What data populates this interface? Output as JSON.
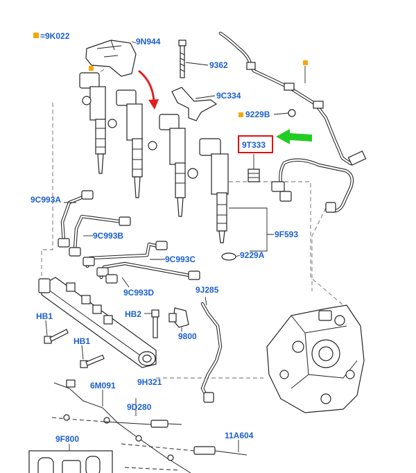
{
  "legend": {
    "symbol_color": "#f5a800",
    "text": "=9K022"
  },
  "labels": {
    "l_9N944": "9N944",
    "l_9362": "9362",
    "l_9C334": "9C334",
    "l_9229B": "9229B",
    "l_9T333": "9T333",
    "l_9C993A": "9C993A",
    "l_9C993B": "9C993B",
    "l_9C993C": "9C993C",
    "l_9C993D": "9C993D",
    "l_9F593": "9F593",
    "l_9229A": "9229A",
    "l_9J285": "9J285",
    "l_HB1a": "HB1",
    "l_HB2": "HB2",
    "l_HB1b": "HB1",
    "l_9800": "9800",
    "l_9H321": "9H321",
    "l_6M091": "6M091",
    "l_9D280": "9D280",
    "l_9F800": "9F800",
    "l_11A604": "11A604"
  },
  "colors": {
    "label_text": "#1a5fd0",
    "highlight_box": "#e01010",
    "arrow_red": "#e02020",
    "arrow_green": "#22cc22",
    "marker_orange": "#f5a800"
  }
}
